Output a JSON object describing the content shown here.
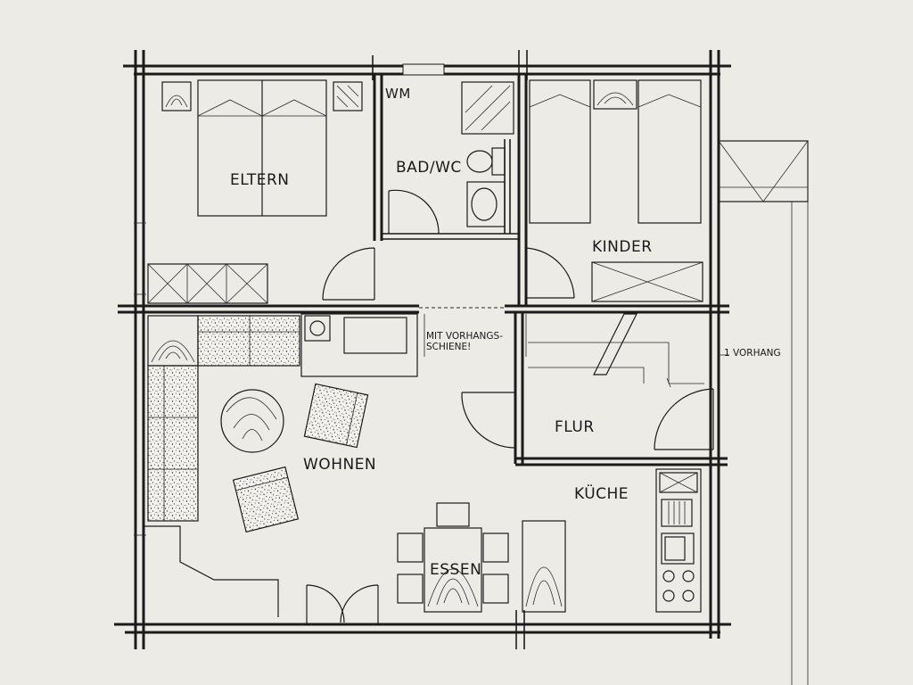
{
  "rooms": {
    "eltern": "ELTERN",
    "wm": "WM",
    "bad_wc": "BAD/WC",
    "kinder": "KINDER",
    "wohnen": "WOHNEN",
    "flur": "FLUR",
    "kueche": "KÜCHE",
    "essen": "ESSEN"
  },
  "notes": {
    "mit_vorhangs": "MIT VORHANGS-",
    "schiene": "SCHIENE!",
    "vorhang": "1 VORHANG"
  },
  "colors": {
    "paper": "#ecebe6",
    "ink": "#1b1b1b"
  }
}
